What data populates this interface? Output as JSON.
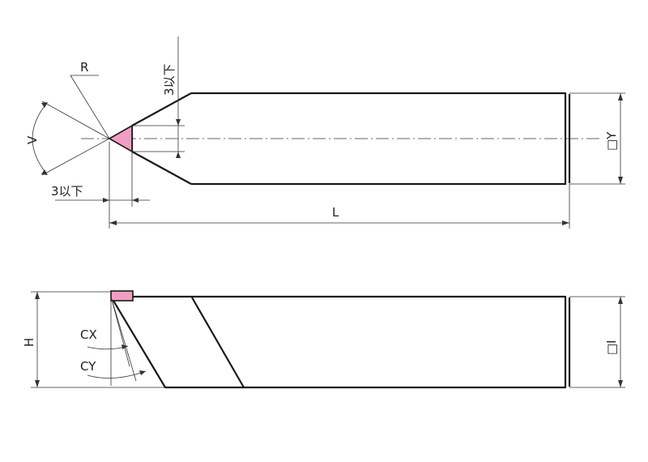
{
  "labels": {
    "R": "R",
    "V": "V",
    "top_dim": "3以下",
    "left_dim": "3以下",
    "L": "L",
    "square_Y": "□Y",
    "H": "H",
    "CX": "CX",
    "CY": "CY",
    "square_I": "□I"
  },
  "colors": {
    "tip": "#f19ec2",
    "line": "#1a1a1a"
  }
}
